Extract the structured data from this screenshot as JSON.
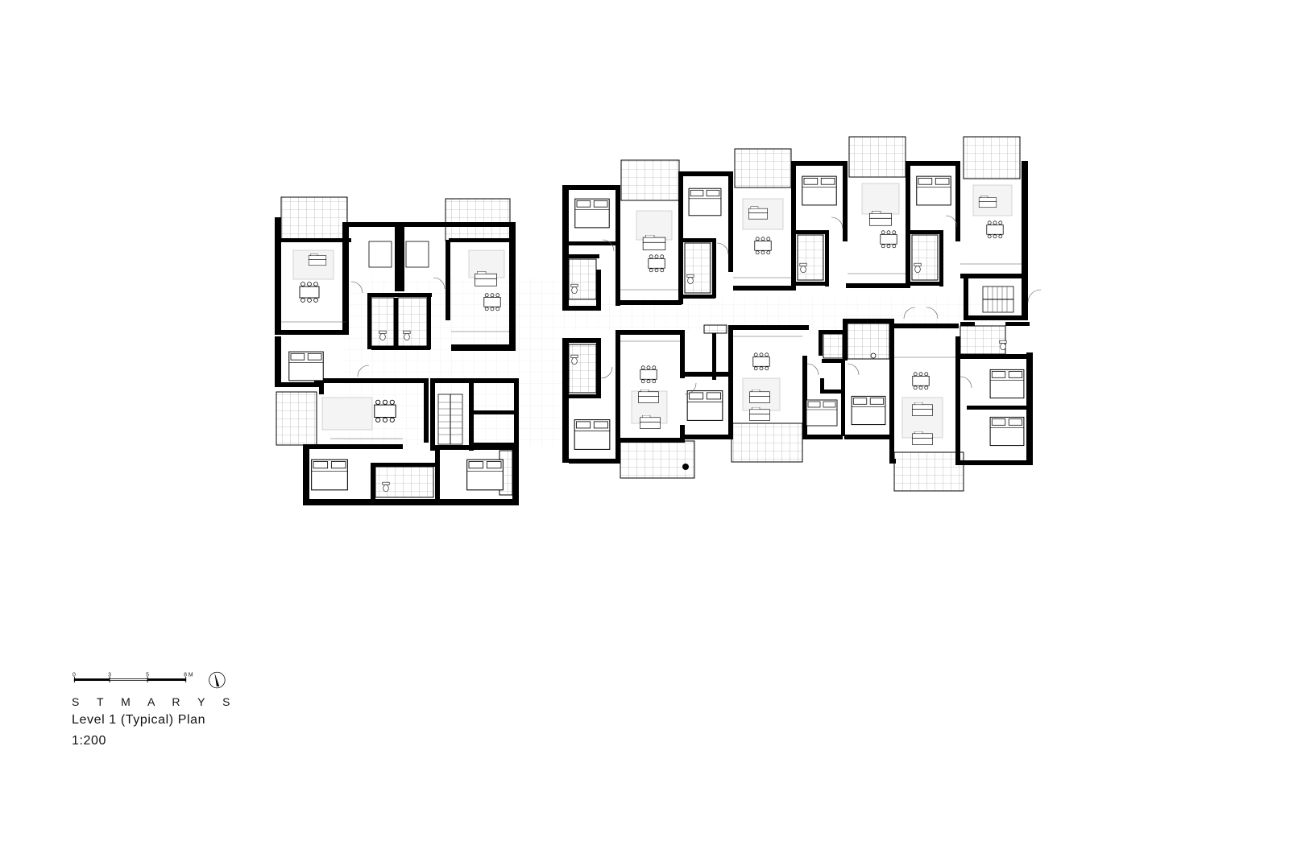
{
  "title_block": {
    "project_name": "S T  M A R Y S",
    "drawing_title": "Level 1 (Typical) Plan",
    "drawing_scale": "1:200"
  },
  "scale_bar": {
    "ticks": [
      "0",
      "3",
      "5",
      "8 M"
    ]
  },
  "north_arrow": {
    "icon": "north-arrow-icon"
  },
  "colors": {
    "walls": "#000000",
    "background": "#ffffff",
    "linework": "#555555"
  }
}
